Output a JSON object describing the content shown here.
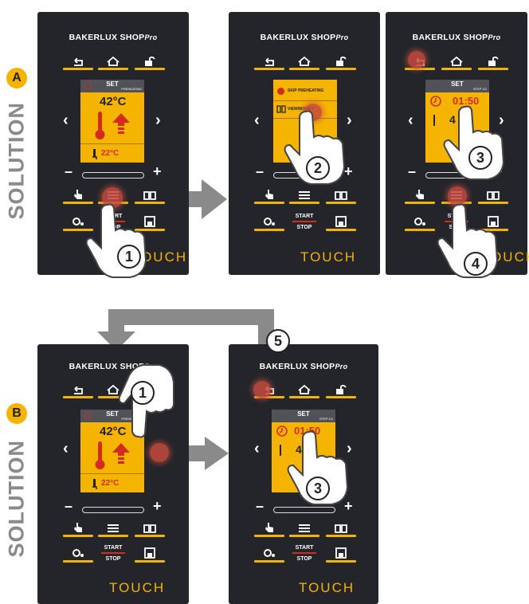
{
  "brand": "BAKERLUX SHOP",
  "brand_suffix": "Pro",
  "touch_label": "TOUCH",
  "labels": {
    "solution": "SOLUTION",
    "a": "A",
    "b": "B"
  },
  "screens": {
    "set": "SET",
    "set_sub_a": "PREHEATING",
    "set_sub_step": "STEP 1/1",
    "temp": "42°C",
    "core": "22°C",
    "menu_item1": "SKIP PREHEATING",
    "menu_item2": "VIEW/MODIFY",
    "timer": "01:50",
    "start": "START",
    "stop": "STOP"
  },
  "steps": [
    "1",
    "2",
    "3",
    "4",
    "1",
    "3",
    "5"
  ],
  "colors": {
    "accent": "#f5b400",
    "panel": "#23252a",
    "red": "#d52a1c",
    "arrow": "#8a8a8a"
  }
}
